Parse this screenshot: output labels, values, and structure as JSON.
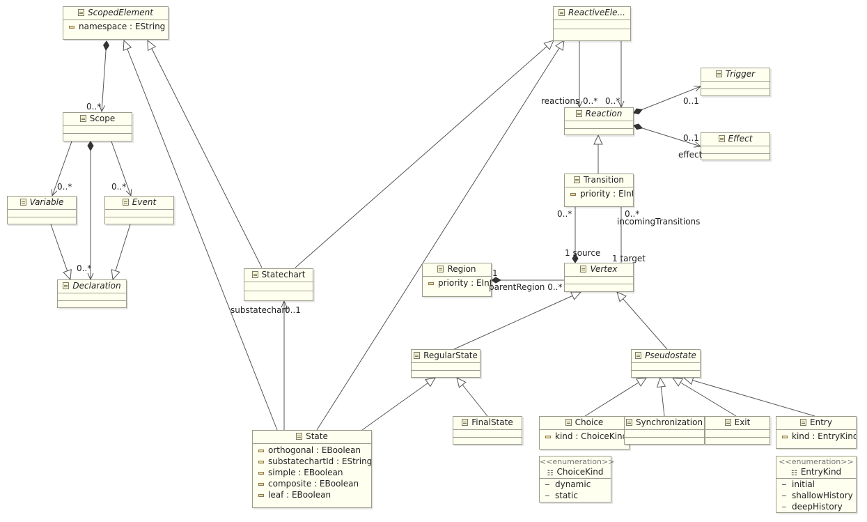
{
  "classes": {
    "scoped_element": {
      "name": "ScopedElement",
      "attrs": [
        "namespace : EString"
      ]
    },
    "scope": {
      "name": "Scope"
    },
    "variable": {
      "name": "Variable"
    },
    "event": {
      "name": "Event"
    },
    "declaration": {
      "name": "Declaration"
    },
    "statechart": {
      "name": "Statechart"
    },
    "reactive_element": {
      "name": "ReactiveEle..."
    },
    "trigger": {
      "name": "Trigger"
    },
    "reaction": {
      "name": "Reaction"
    },
    "effect": {
      "name": "Effect"
    },
    "transition": {
      "name": "Transition",
      "attrs": [
        "priority : EInt"
      ]
    },
    "region": {
      "name": "Region",
      "attrs": [
        "priority : EInt"
      ]
    },
    "vertex": {
      "name": "Vertex"
    },
    "regular_state": {
      "name": "RegularState"
    },
    "pseudostate": {
      "name": "Pseudostate"
    },
    "final_state": {
      "name": "FinalState"
    },
    "state": {
      "name": "State",
      "attrs": [
        "orthogonal : EBoolean",
        "substatechartId : EString",
        "simple : EBoolean",
        "composite : EBoolean",
        "leaf : EBoolean"
      ]
    },
    "choice": {
      "name": "Choice",
      "attrs": [
        "kind : ChoiceKind"
      ]
    },
    "synchronization": {
      "name": "Synchronization"
    },
    "exit": {
      "name": "Exit"
    },
    "entry": {
      "name": "Entry",
      "attrs": [
        "kind : EntryKind"
      ]
    }
  },
  "enums": {
    "choice_kind": {
      "stereotype": "<<enumeration>>",
      "name": "ChoiceKind",
      "literals": [
        "dynamic",
        "static"
      ]
    },
    "entry_kind": {
      "stereotype": "<<enumeration>>",
      "name": "EntryKind",
      "literals": [
        "initial",
        "shallowHistory",
        "deepHistory"
      ]
    }
  },
  "labels": {
    "scope_mult": "0..*",
    "variable_mult": "0..*",
    "event_mult": "0..*",
    "declaration_mult": "0..*",
    "reactions_role": "reactions",
    "reactions_mult": "0..*",
    "reactions_mult2": "0..*",
    "trigger_mult": "0..1",
    "effect_mult": "0..1",
    "effect_role": "effect",
    "source_mult_top": "0..*",
    "incoming_mult": "0..*",
    "incoming_role": "incomingTransitions",
    "source_label": "1  source",
    "target_label": "1  target",
    "region_one": "1",
    "parent_region": "parentRegion 0..*",
    "substatechart": "substatechart",
    "substatechart_mult": "0..1"
  },
  "colors": {
    "class_fill": "#fffff0",
    "class_border": "#9c9c8a",
    "edge": "#555555"
  }
}
